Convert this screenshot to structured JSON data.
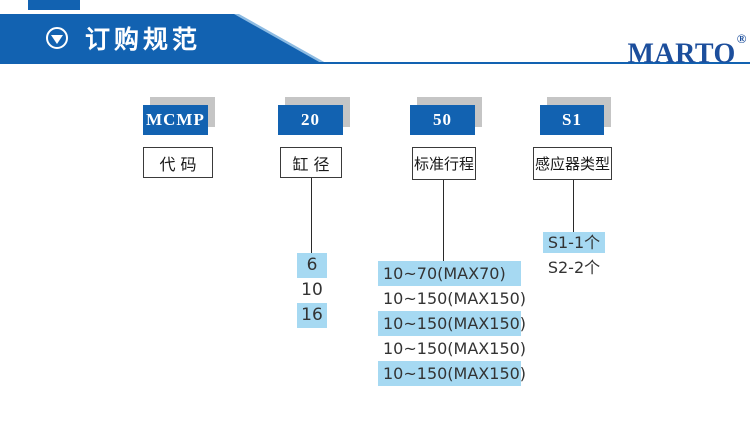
{
  "header": {
    "title": "订购规范",
    "icon": "triangle-down-circle-icon",
    "brand": "MARTO",
    "brand_reg": "®"
  },
  "colors": {
    "primary_blue": "#1262b1",
    "brand_blue": "#1c4e9c",
    "highlight_blue": "#a6d9f2",
    "shadow_gray": "#c5c5c5"
  },
  "order_code": {
    "segments": [
      {
        "code": "MCMP",
        "label": "代 码",
        "options": []
      },
      {
        "code": "20",
        "label": "缸 径",
        "options": [
          {
            "text": "6",
            "highlight": true
          },
          {
            "text": "10",
            "highlight": false
          },
          {
            "text": "16",
            "highlight": true
          }
        ]
      },
      {
        "code": "50",
        "label": "标准行程",
        "options": [
          {
            "text": "10~70(MAX70)",
            "highlight": true
          },
          {
            "text": "10~150(MAX150)",
            "highlight": false
          },
          {
            "text": "10~150(MAX150)",
            "highlight": true
          },
          {
            "text": "10~150(MAX150)",
            "highlight": false
          },
          {
            "text": "10~150(MAX150)",
            "highlight": true
          }
        ]
      },
      {
        "code": "S1",
        "label": "感应器类型",
        "options": [
          {
            "text": "S1-1个",
            "highlight": true
          },
          {
            "text": "S2-2个",
            "highlight": false
          }
        ]
      }
    ]
  }
}
